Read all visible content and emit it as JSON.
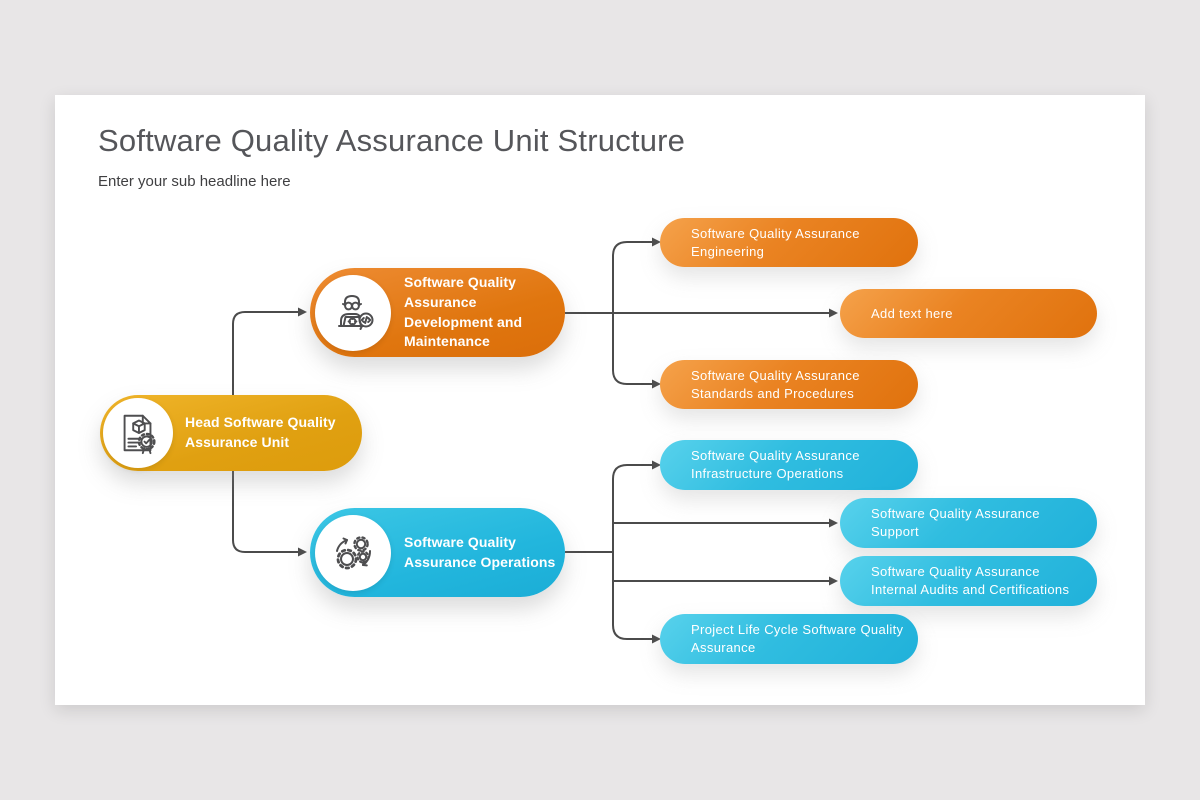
{
  "canvas": {
    "background": "#e8e6e7",
    "card_background": "#ffffff",
    "line_color": "#4b4b4b"
  },
  "header": {
    "title": "Software Quality Assurance Unit Structure",
    "subtitle": "Enter your sub headline here"
  },
  "colors": {
    "gold": "#e5a516",
    "orange": "#e57a14",
    "orange_light": "#f5a24b",
    "cyan": "#28b9de",
    "cyan_light": "#58d2ec"
  },
  "tree": {
    "root": {
      "label": "Head Software Quality Assurance Unit",
      "icon": "certified-document-icon"
    },
    "branches": [
      {
        "label": "Software Quality Assurance Development and Maintenance",
        "icon": "developer-icon",
        "children": [
          {
            "label": "Software Quality Assurance Engineering"
          },
          {
            "label": "Add text here"
          },
          {
            "label": "Software Quality Assurance Standards and Procedures"
          }
        ]
      },
      {
        "label": "Software Quality Assurance Operations",
        "icon": "gears-icon",
        "children": [
          {
            "label": "Software Quality Assurance Infrastructure Operations"
          },
          {
            "label": "Software Quality Assurance Support"
          },
          {
            "label": "Software Quality Assurance Internal Audits and Certifications"
          },
          {
            "label": "Project Life Cycle Software Quality Assurance"
          }
        ]
      }
    ]
  }
}
